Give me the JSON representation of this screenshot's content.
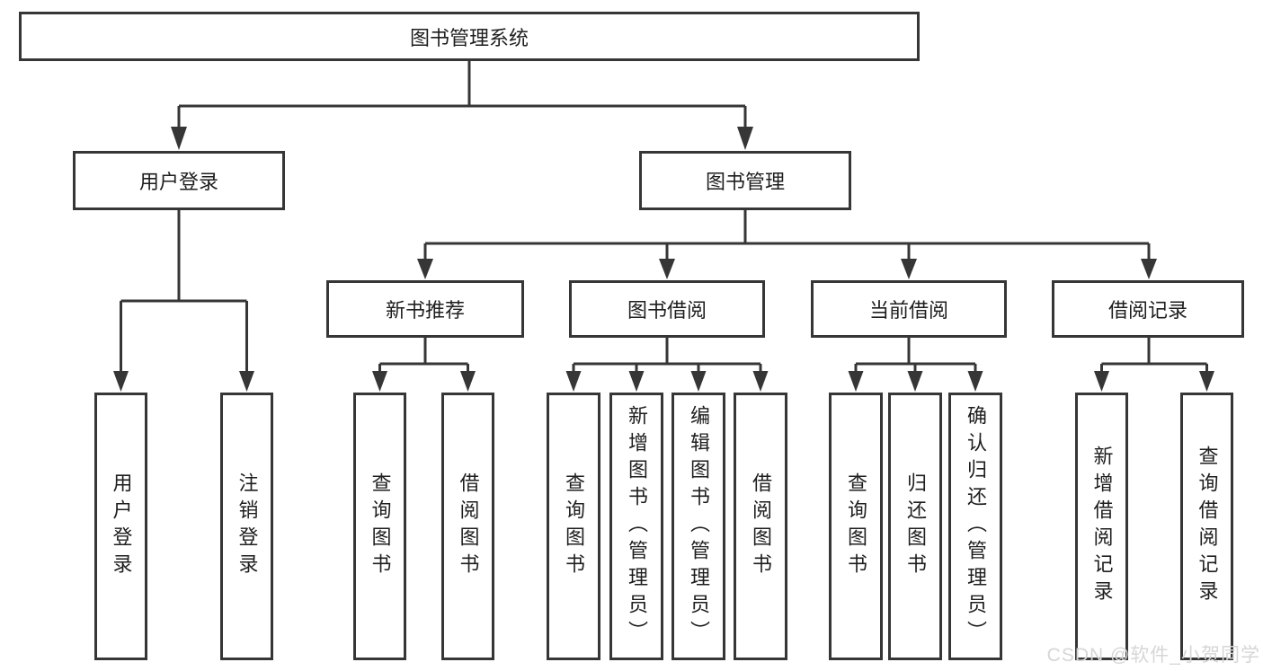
{
  "diagram": {
    "root": {
      "label": "图书管理系统"
    },
    "branches": [
      {
        "label": "用户登录",
        "children": [
          {
            "label": "用户登录"
          },
          {
            "label": "注销登录"
          }
        ]
      },
      {
        "label": "图书管理",
        "children": [
          {
            "label": "新书推荐",
            "children": [
              {
                "label": "查询图书"
              },
              {
                "label": "借阅图书"
              }
            ]
          },
          {
            "label": "图书借阅",
            "children": [
              {
                "label": "查询图书"
              },
              {
                "label": "新增图书（管理员）"
              },
              {
                "label": "编辑图书（管理员）"
              },
              {
                "label": "借阅图书"
              }
            ]
          },
          {
            "label": "当前借阅",
            "children": [
              {
                "label": "查询图书"
              },
              {
                "label": "归还图书"
              },
              {
                "label": "确认归还（管理员）"
              }
            ]
          },
          {
            "label": "借阅记录",
            "children": [
              {
                "label": "新增借阅记录"
              },
              {
                "label": "查询借阅记录"
              }
            ]
          }
        ]
      }
    ]
  },
  "watermark": {
    "text": "CSDN @软件_小贺同学",
    "color": "#d6d6d6"
  },
  "colors": {
    "line": "#363636",
    "box_border": "#363636",
    "text": "#1e1e1e",
    "background": "#ffffff"
  }
}
